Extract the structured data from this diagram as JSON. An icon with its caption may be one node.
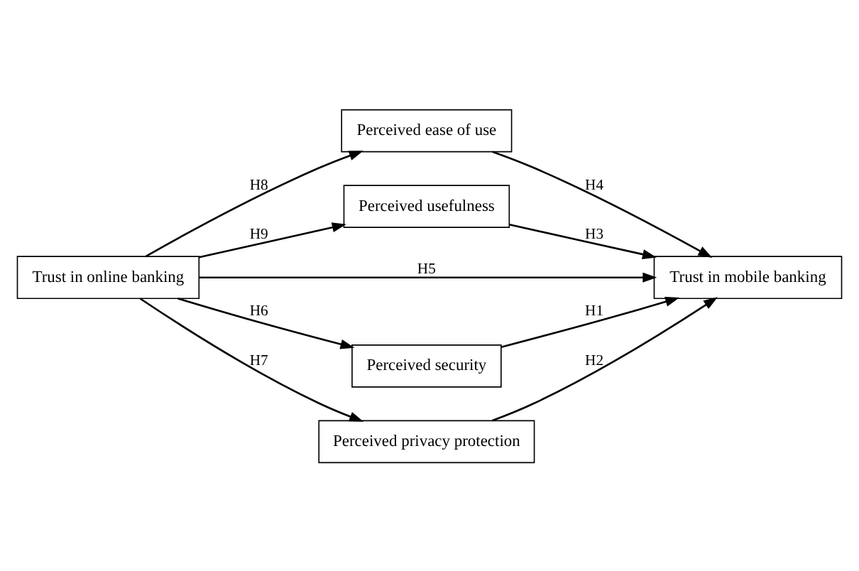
{
  "diagram": {
    "nodes": [
      {
        "text": [
          "Perceived ease of use"
        ]
      },
      {
        "text": [
          "Perceived usefulness"
        ]
      },
      {
        "text": [
          "Trust in online banking"
        ]
      },
      {
        "text": [
          "Trust in mobile banking"
        ]
      },
      {
        "text": [
          "Perceived security"
        ]
      },
      {
        "text": [
          "Perceived privacy protection"
        ]
      }
    ],
    "edges": [
      {
        "from": 2,
        "to": 0,
        "arrow": "to",
        "label": "H8"
      },
      {
        "from": 2,
        "to": 1,
        "arrow": "to",
        "label": "H9"
      },
      {
        "from": 1,
        "to": 3,
        "arrow": "to",
        "label": "H3"
      },
      {
        "from": 0,
        "to": 3,
        "arrow": "to",
        "label": "H4"
      },
      {
        "from": 2,
        "to": 3,
        "arrow": "to",
        "label": "H5"
      },
      {
        "from": 2,
        "to": 4,
        "arrow": "to",
        "label": "H6"
      },
      {
        "from": 2,
        "to": 5,
        "arrow": "to",
        "label": "H7"
      },
      {
        "from": 4,
        "to": 3,
        "arrow": "to",
        "label": "H1"
      },
      {
        "from": 5,
        "to": 3,
        "arrow": "to",
        "label": "H2"
      }
    ]
  }
}
